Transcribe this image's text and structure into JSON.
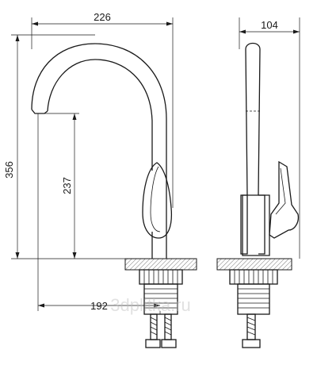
{
  "dimensions": {
    "total_width": "226",
    "depth": "104",
    "total_height": "356",
    "spout_height": "237",
    "spout_reach": "192"
  },
  "watermark": "3dplitka.ru"
}
